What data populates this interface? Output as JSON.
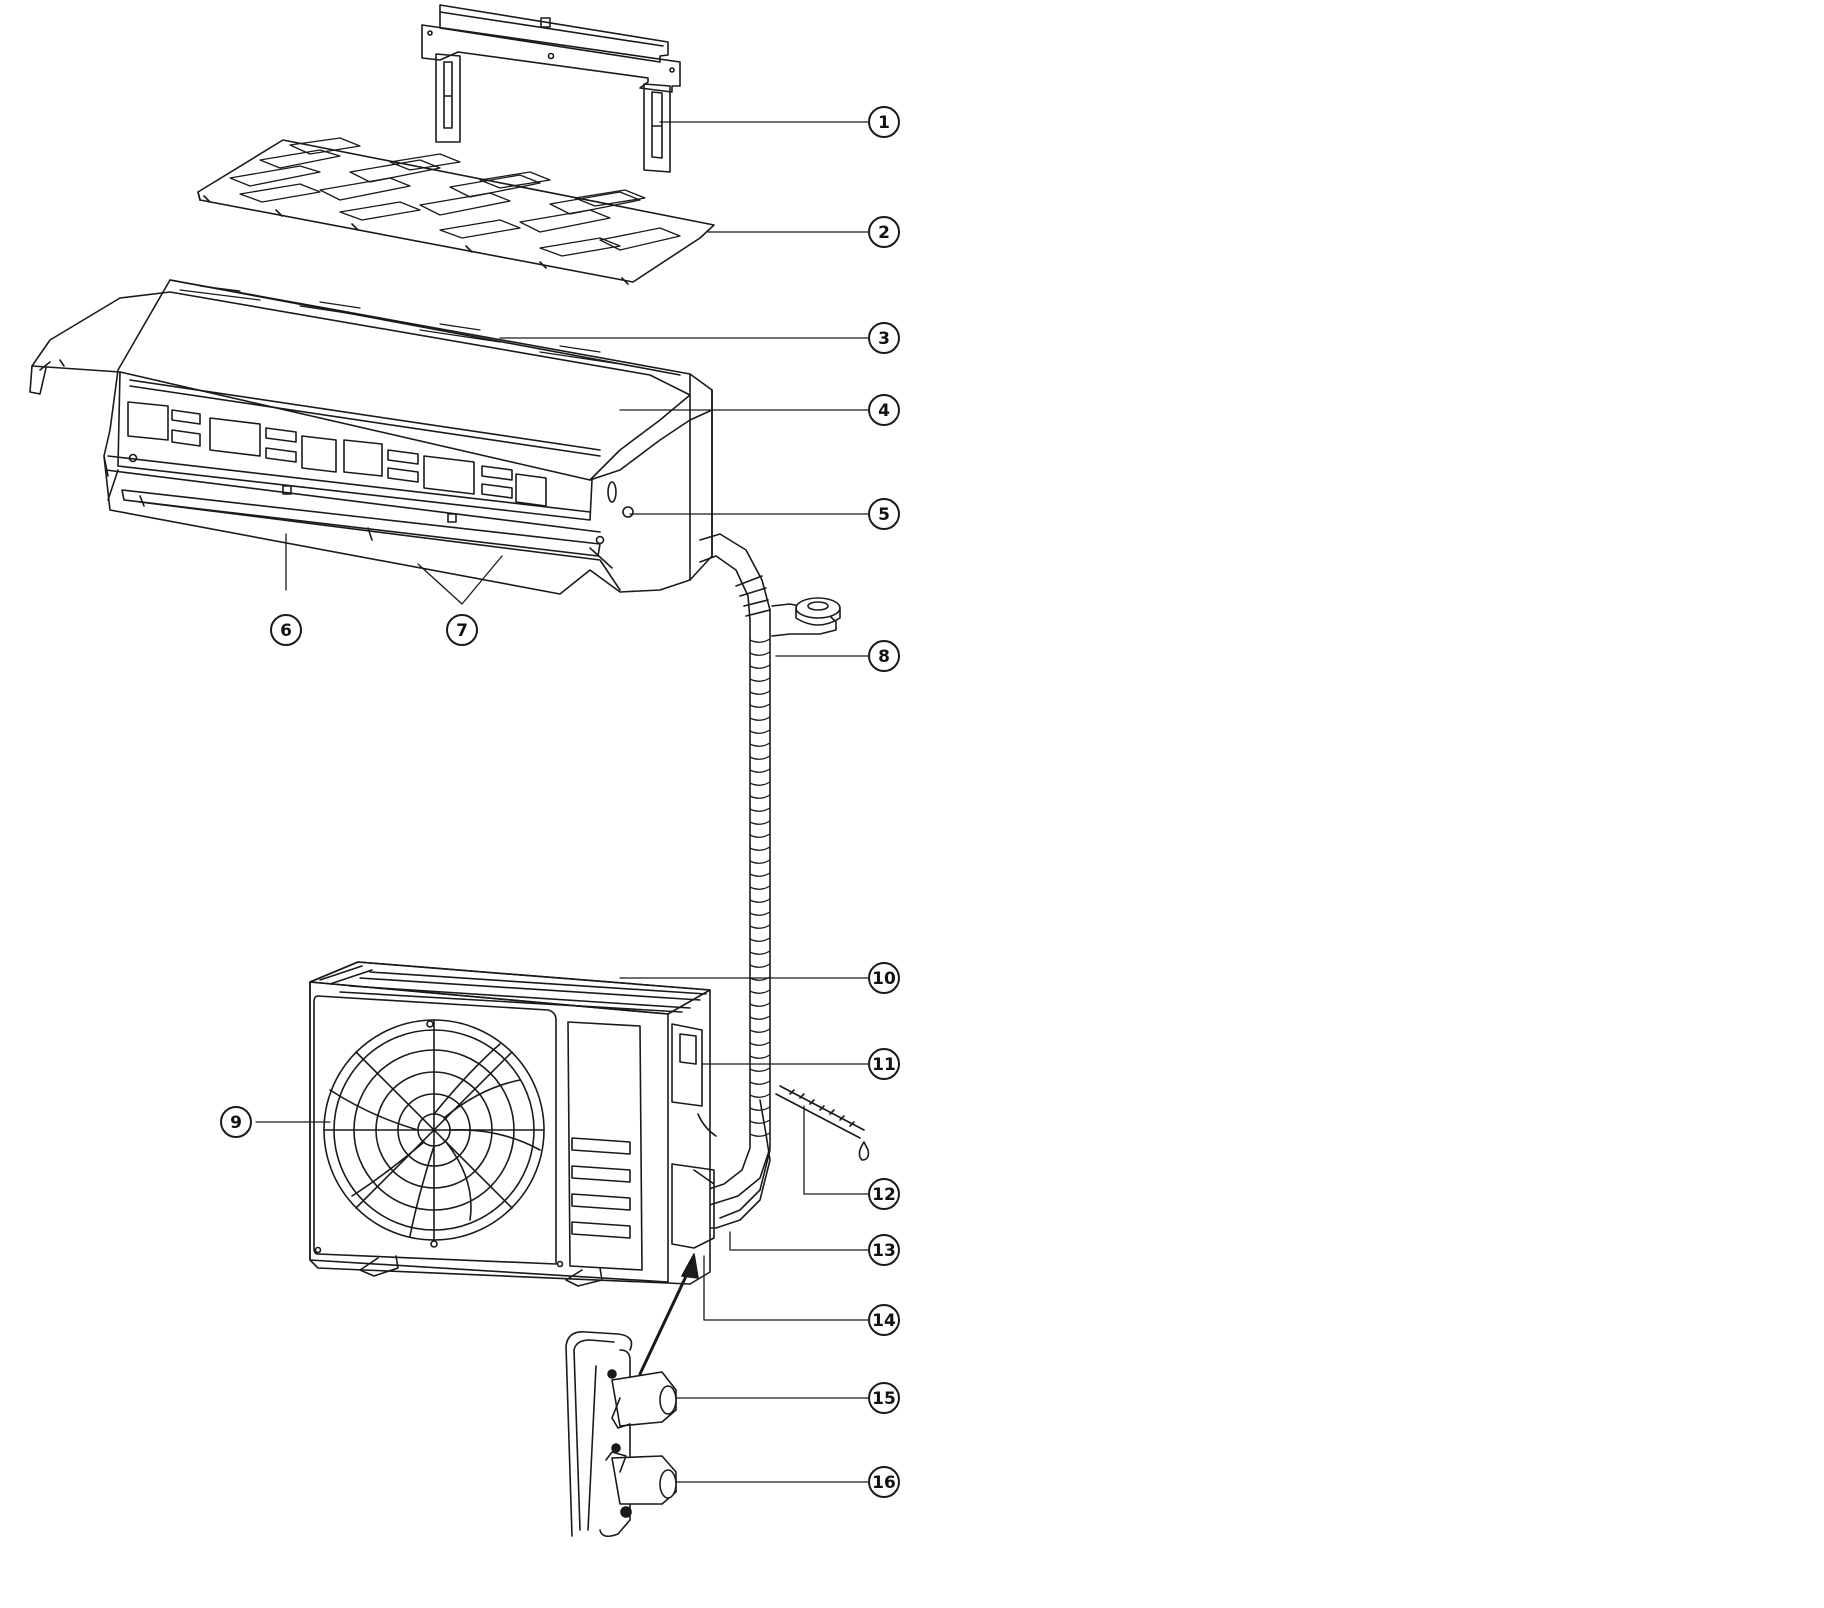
{
  "colors": {
    "stroke": "#1a1a1a",
    "background": "#ffffff",
    "fill": "#ffffff"
  },
  "callouts": [
    {
      "id": "1",
      "label": "1",
      "part": "mounting-plate"
    },
    {
      "id": "2",
      "label": "2",
      "part": "air-filter"
    },
    {
      "id": "3",
      "label": "3",
      "part": "air-inlet-grille"
    },
    {
      "id": "4",
      "label": "4",
      "part": "front-panel"
    },
    {
      "id": "5",
      "label": "5",
      "part": "display-receiver"
    },
    {
      "id": "6",
      "label": "6",
      "part": "vertical-louver"
    },
    {
      "id": "7",
      "label": "7",
      "part": "horizontal-louver"
    },
    {
      "id": "8",
      "label": "8",
      "part": "wrapping-tape"
    },
    {
      "id": "9",
      "label": "9",
      "part": "outdoor-fan"
    },
    {
      "id": "10",
      "label": "10",
      "part": "outdoor-top-cover"
    },
    {
      "id": "11",
      "label": "11",
      "part": "terminal-cover"
    },
    {
      "id": "12",
      "label": "12",
      "part": "drain-hose"
    },
    {
      "id": "13",
      "label": "13",
      "part": "connecting-pipe"
    },
    {
      "id": "14",
      "label": "14",
      "part": "valve-cover"
    },
    {
      "id": "15",
      "label": "15",
      "part": "gas-valve"
    },
    {
      "id": "16",
      "label": "16",
      "part": "liquid-valve"
    }
  ]
}
